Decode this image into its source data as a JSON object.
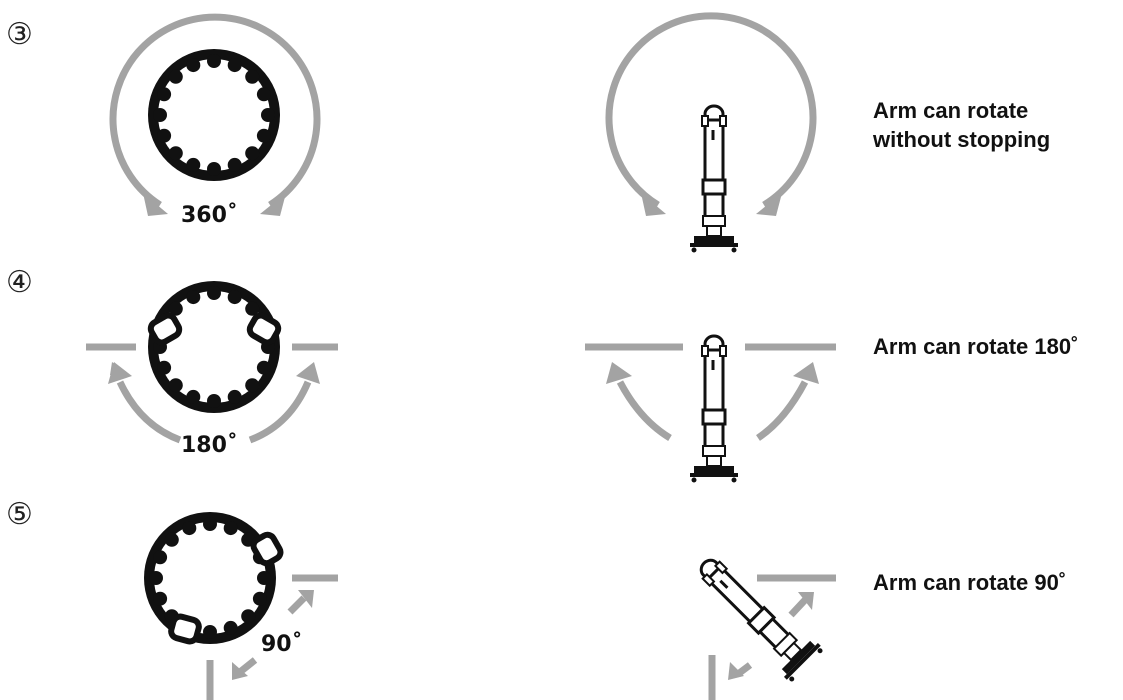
{
  "rows": [
    {
      "marker": "③",
      "angle": "360˚",
      "description": "Arm can rotate\nwithout stopping"
    },
    {
      "marker": "④",
      "angle": "180˚",
      "description": "Arm can rotate 180˚"
    },
    {
      "marker": "⑤",
      "angle": "90˚",
      "description": "Arm can rotate 90˚"
    }
  ],
  "colors": {
    "arrow": "#a3a3a3",
    "ring": "#111111",
    "text": "#111111"
  }
}
